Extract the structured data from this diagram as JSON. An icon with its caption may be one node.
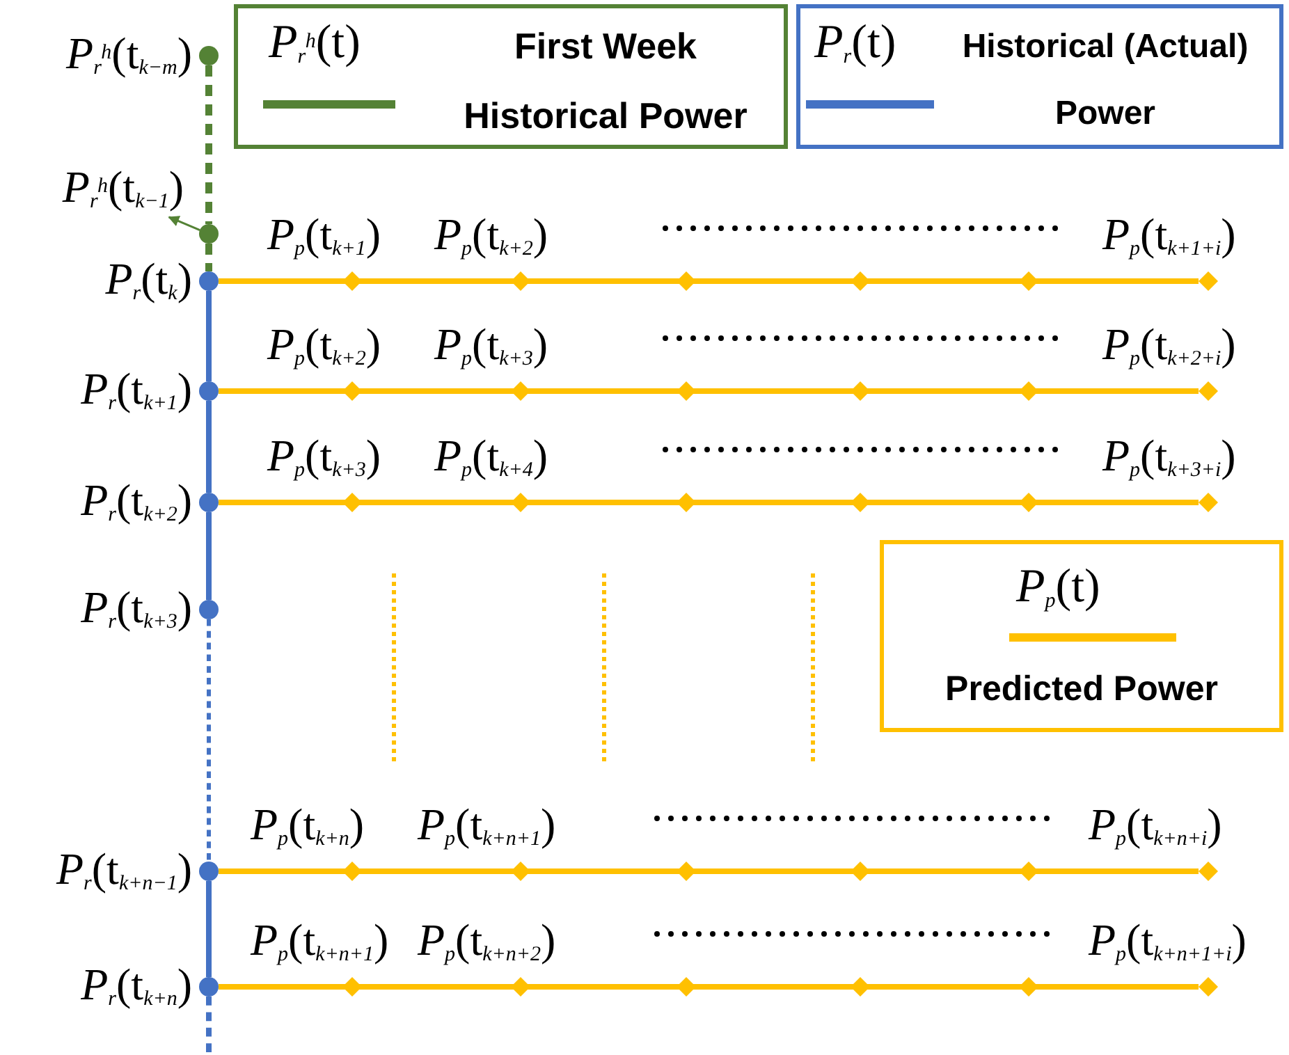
{
  "diagram": {
    "nodes": [
      {
        "text": [
          "*P*$_{r}$$^{h}$(t)",
          "First Week Historical Power"
        ]
      },
      {
        "text": [
          "*P*$_{r}$(t)",
          "Historical (Actual) Power"
        ]
      },
      {
        "text": [],
        "shape": "circle",
        "beside": [
          "*P*$_{r}$$^{h}$(t$_{k−m}$)"
        ]
      },
      {
        "text": [
          "*P*$_{r}$$^{h}$(t$_{k−1}$)"
        ]
      },
      {
        "text": [],
        "shape": "circle"
      },
      {
        "text": [],
        "shape": "circle",
        "beside": [
          "*P*$_{r}$(t$_{k}$)"
        ]
      },
      {
        "text": [],
        "shape": "circle",
        "beside": [
          "*P*$_{r}$(t$_{k+1}$)"
        ]
      },
      {
        "text": [],
        "shape": "circle",
        "beside": [
          "*P*$_{r}$(t$_{k+2}$)"
        ]
      },
      {
        "text": [],
        "shape": "circle",
        "beside": [
          "*P*$_{r}$(t$_{k+3}$)"
        ]
      },
      {
        "text": [
          "*P*$_{p}$(t)",
          "Predicted Power"
        ]
      },
      {
        "text": [],
        "shape": "circle",
        "beside": [
          "*P*$_{r}$(t$_{k+n−1}$)"
        ]
      },
      {
        "text": [],
        "shape": "circle",
        "beside": [
          "*P*$_{r}$(t$_{k+n}$)"
        ]
      },
      {
        "text": [],
        "shape": "diamond"
      },
      {
        "text": [],
        "shape": "diamond"
      },
      {
        "text": [],
        "shape": "diamond"
      },
      {
        "text": [],
        "shape": "diamond"
      },
      {
        "text": [],
        "shape": "diamond"
      }
    ],
    "edges": [
      {
        "from": 2,
        "to": 4,
        "arrow": "none",
        "style": "dashed",
        "color": "#548235"
      },
      {
        "from": 4,
        "to": 5,
        "arrow": "none",
        "style": "dashed",
        "color": "#548235"
      },
      {
        "from": 4,
        "to": 3,
        "arrow": "to",
        "color": "#548235"
      },
      {
        "from": 5,
        "to": 6,
        "arrow": "none",
        "color": "#4472c4"
      },
      {
        "from": 6,
        "to": 7,
        "arrow": "none",
        "color": "#4472c4"
      },
      {
        "from": 7,
        "to": 8,
        "arrow": "none",
        "color": "#4472c4"
      },
      {
        "from": 8,
        "to": 10,
        "arrow": "none",
        "style": "dashed",
        "color": "#4472c4"
      },
      {
        "from": 10,
        "to": 11,
        "arrow": "none",
        "color": "#4472c4"
      },
      {
        "from": 11,
        "to": null,
        "arrow": "none",
        "style": "dashed",
        "color": "#4472c4"
      },
      {
        "from": 5,
        "to": 12,
        "arrow": "none",
        "color": "#ffc000"
      },
      {
        "from": 6,
        "to": 13,
        "arrow": "none",
        "color": "#ffc000"
      },
      {
        "from": 7,
        "to": 14,
        "arrow": "none",
        "color": "#ffc000"
      },
      {
        "from": 10,
        "to": 15,
        "arrow": "none",
        "color": "#ffc000"
      },
      {
        "from": 11,
        "to": 16,
        "arrow": "none",
        "color": "#ffc000"
      }
    ],
    "labels": [
      "*P*$_{p}$(t$_{k+1}$)",
      "*P*$_{p}$(t$_{k+2}$)",
      "*P*$_{p}$(t$_{k+1+i}$)",
      "*P*$_{p}$(t$_{k+2}$)",
      "*P*$_{p}$(t$_{k+3}$)",
      "*P*$_{p}$(t$_{k+2+i}$)",
      "*P*$_{p}$(t$_{k+3}$)",
      "*P*$_{p}$(t$_{k+4}$)",
      "*P*$_{p}$(t$_{k+3+i}$)",
      "*P*$_{p}$(t$_{k+n}$)",
      "*P*$_{p}$(t$_{k+n+1}$)",
      "*P*$_{p}$(t$_{k+n+i}$)",
      "*P*$_{p}$(t$_{k+n+1}$)",
      "*P*$_{p}$(t$_{k+n+2}$)",
      "*P*$_{p}$(t$_{k+n+1+i}$)"
    ]
  }
}
